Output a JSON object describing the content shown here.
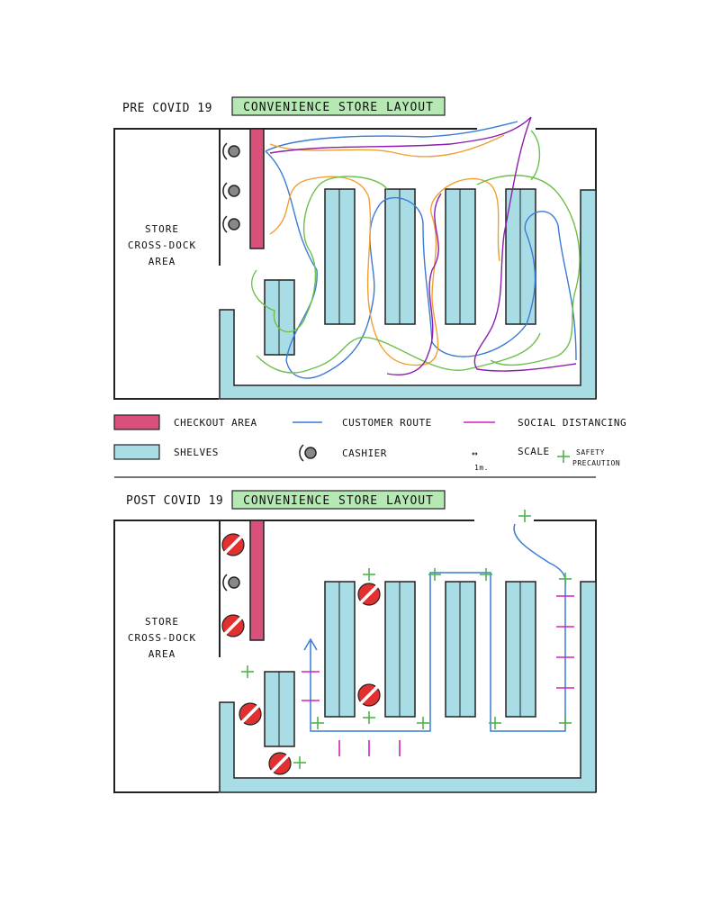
{
  "sections": [
    {
      "id": "pre",
      "label": "PRE COVID 19",
      "banner": "CONVENIENCE STORE LAYOUT",
      "cross_dock": [
        "STORE",
        "CROSS-DOCK",
        "AREA"
      ]
    },
    {
      "id": "post",
      "label": "POST COVID 19",
      "banner": "CONVENIENCE STORE LAYOUT",
      "cross_dock": [
        "STORE",
        "CROSS-DOCK",
        "AREA"
      ]
    }
  ],
  "legend": {
    "checkout": "CHECKOUT AREA",
    "shelves": "SHELVES",
    "customer_route": "CUSTOMER ROUTE",
    "cashier": "CASHIER",
    "social_distancing": "SOCIAL DISTANCING",
    "scale_arrow": "↔",
    "scale_value": "1m.",
    "scale": "SCALE",
    "safety_line1": "SAFETY",
    "safety_line2": "PRECAUTION"
  },
  "colors": {
    "checkout": "#d9507a",
    "shelf": "#a8dde6",
    "shelf_edge": "#57c3d6",
    "banner": "#b6e8b4",
    "route_blue": "#3a7bd5",
    "route_orange": "#f0a030",
    "route_green": "#6cbf4a",
    "route_purple": "#8a1fb0",
    "social_distancing": "#d020c0",
    "safety": "#4fb34f",
    "no_entry": "#e03030",
    "cashier": "#888888"
  },
  "icons": [
    "cashier-icon",
    "no-entry-icon",
    "safety-plus-icon",
    "scale-arrow-icon"
  ]
}
